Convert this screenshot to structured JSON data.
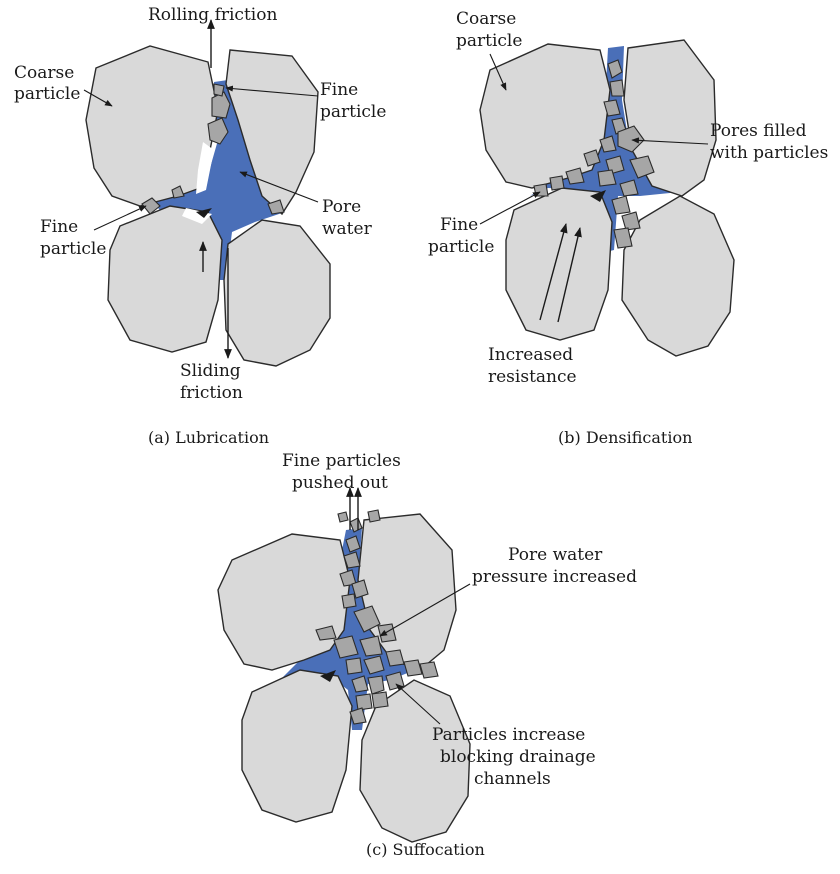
{
  "panel_a": {
    "caption": "(a) Lubrication",
    "labels": {
      "rolling_friction": "Rolling friction",
      "coarse_particle_1": "Coarse",
      "coarse_particle_2": "particle",
      "fine_particle_top_1": "Fine",
      "fine_particle_top_2": "particle",
      "fine_particle_left_1": "Fine",
      "fine_particle_left_2": "particle",
      "pore_water_1": "Pore",
      "pore_water_2": "water",
      "sliding_friction_1": "Sliding",
      "sliding_friction_2": "friction"
    }
  },
  "panel_b": {
    "caption": "(b) Densification",
    "labels": {
      "coarse_particle_1": "Coarse",
      "coarse_particle_2": "particle",
      "pores_filled_1": "Pores filled",
      "pores_filled_2": "with particles",
      "fine_particle_1": "Fine",
      "fine_particle_2": "particle",
      "increased_resistance_1": "Increased",
      "increased_resistance_2": "resistance"
    }
  },
  "panel_c": {
    "caption": "(c) Suffocation",
    "labels": {
      "pushed_out_1": "Fine particles",
      "pushed_out_2": "pushed out",
      "pore_pressure_1": "Pore water",
      "pore_pressure_2": "pressure increased",
      "blocking_1": "Particles increase",
      "blocking_2": "blocking drainage",
      "blocking_3": "channels"
    }
  },
  "colors": {
    "coarse_particle": "#d9d9d9",
    "fine_particle": "#a6a6a6",
    "pore_water": "#4a6fb8"
  }
}
